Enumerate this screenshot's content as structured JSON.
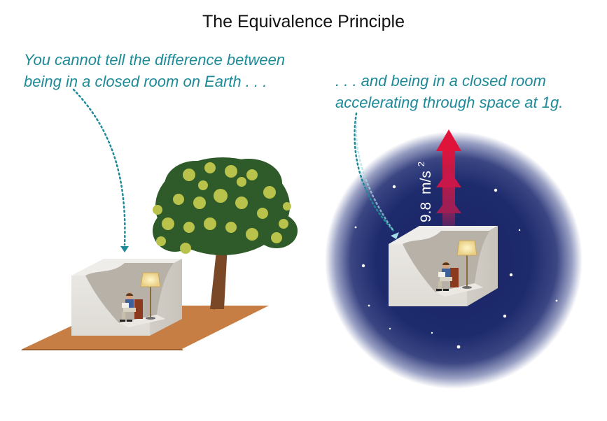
{
  "title": "The Equivalence Principle",
  "captions": {
    "earth_line1": "You cannot tell the difference between",
    "earth_line2": "being in a closed room on Earth . . .",
    "space_line1": ". . . and being in a closed room",
    "space_line2": "accelerating through space at 1g."
  },
  "acceleration": {
    "value": "9.8",
    "unit": "m/s",
    "exponent": "2"
  },
  "colors": {
    "caption": "#1d8a98",
    "ground": "#c77e45",
    "space_center": "#1c2767",
    "space_edge": "#ffffff",
    "arrow": "#d1183f",
    "room": "#e8e6e2"
  }
}
